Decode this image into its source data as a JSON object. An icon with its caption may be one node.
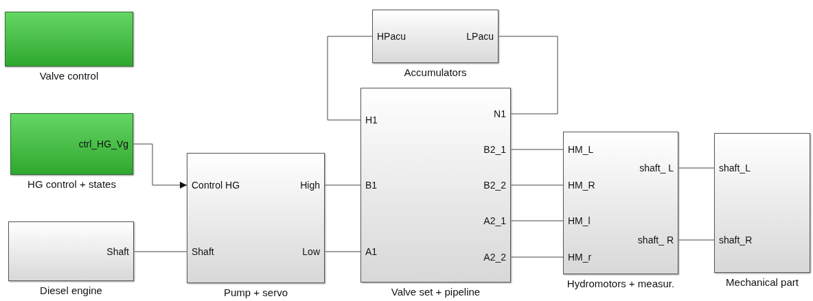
{
  "diagram": {
    "nodes": [
      {
        "text": [
          "Valve control"
        ]
      },
      {
        "text": [
          "HG control + states"
        ]
      },
      {
        "text": [
          "ctrl_HG_Vg"
        ],
        "in": 1
      },
      {
        "text": [
          "Diesel engine"
        ]
      },
      {
        "text": [
          "Shaft"
        ],
        "in": 3
      },
      {
        "text": [
          "Pump + servo"
        ]
      },
      {
        "text": [
          "Control HG"
        ],
        "in": 5
      },
      {
        "text": [
          "Shaft"
        ],
        "in": 5
      },
      {
        "text": [
          "High"
        ],
        "in": 5
      },
      {
        "text": [
          "Low"
        ],
        "in": 5
      },
      {
        "text": [
          "Accumulators"
        ]
      },
      {
        "text": [
          "HPacu"
        ],
        "in": 10
      },
      {
        "text": [
          "LPacu"
        ],
        "in": 10
      },
      {
        "text": [
          "Valve set + pipeline"
        ]
      },
      {
        "text": [
          "H1"
        ],
        "in": 13
      },
      {
        "text": [
          "B1"
        ],
        "in": 13
      },
      {
        "text": [
          "A1"
        ],
        "in": 13
      },
      {
        "text": [
          "N1"
        ],
        "in": 13
      },
      {
        "text": [
          "B2_1"
        ],
        "in": 13
      },
      {
        "text": [
          "B2_2"
        ],
        "in": 13
      },
      {
        "text": [
          "A2_1"
        ],
        "in": 13
      },
      {
        "text": [
          "A2_2"
        ],
        "in": 13
      },
      {
        "text": [
          "Hydromotors + measur."
        ]
      },
      {
        "text": [
          "HM_L"
        ],
        "in": 22
      },
      {
        "text": [
          "HM_R"
        ],
        "in": 22
      },
      {
        "text": [
          "HM_l"
        ],
        "in": 22
      },
      {
        "text": [
          "HM_r"
        ],
        "in": 22
      },
      {
        "text": [
          "shaft_ L"
        ],
        "in": 22
      },
      {
        "text": [
          "shaft_ R"
        ],
        "in": 22
      },
      {
        "text": [
          "Mechanical part"
        ]
      },
      {
        "text": [
          "shaft_L"
        ],
        "in": 29
      },
      {
        "text": [
          "shaft_R"
        ],
        "in": 29
      }
    ],
    "edges": [
      {
        "from": 2,
        "to": 6,
        "arrow": "to"
      },
      {
        "from": 4,
        "to": 7,
        "arrow": "none"
      },
      {
        "from": 8,
        "to": 15,
        "arrow": "none"
      },
      {
        "from": 9,
        "to": 16,
        "arrow": "none"
      },
      {
        "from": 14,
        "to": 11,
        "arrow": "none"
      },
      {
        "from": 12,
        "to": 17,
        "arrow": "none"
      },
      {
        "from": 18,
        "to": 23,
        "arrow": "none"
      },
      {
        "from": 19,
        "to": 24,
        "arrow": "none"
      },
      {
        "from": 20,
        "to": 25,
        "arrow": "none"
      },
      {
        "from": 21,
        "to": 26,
        "arrow": "none"
      },
      {
        "from": 27,
        "to": 30,
        "arrow": "none"
      },
      {
        "from": 28,
        "to": 31,
        "arrow": "none"
      }
    ]
  }
}
